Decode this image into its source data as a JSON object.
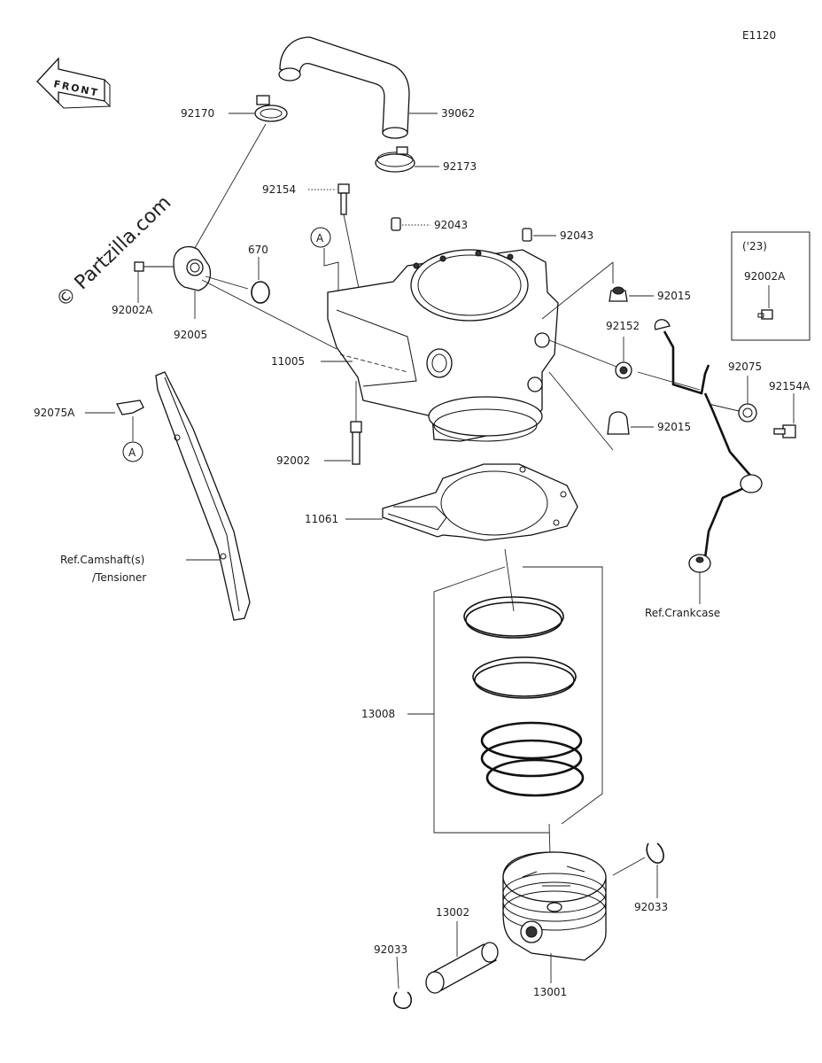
{
  "diagram": {
    "code": "E1120",
    "watermark": "© Partzilla.com",
    "front_label": "FRONT",
    "ref_a": "A",
    "year_box_label": "('23)",
    "parts": {
      "p92170": "92170",
      "p39062": "39062",
      "p92173": "92173",
      "p92154": "92154",
      "p92043a": "92043",
      "p92043b": "92043",
      "p670": "670",
      "p92002A": "92002A",
      "p92005": "92005",
      "p92015a": "92015",
      "p92152": "92152",
      "p92002A_box": "92002A",
      "p92075": "92075",
      "p92154A": "92154A",
      "p11005": "11005",
      "p92015b": "92015",
      "p92075A": "92075A",
      "p92002": "92002",
      "p11061": "11061",
      "p13008": "13008",
      "p92033a": "92033",
      "p13002": "13002",
      "p92033b": "92033",
      "p13001": "13001"
    },
    "refs": {
      "camshaft_line1": "Ref.Camshaft(s)",
      "camshaft_line2": "/Tensioner",
      "crankcase": "Ref.Crankcase"
    },
    "colors": {
      "line": "#111111",
      "background": "#ffffff"
    }
  }
}
